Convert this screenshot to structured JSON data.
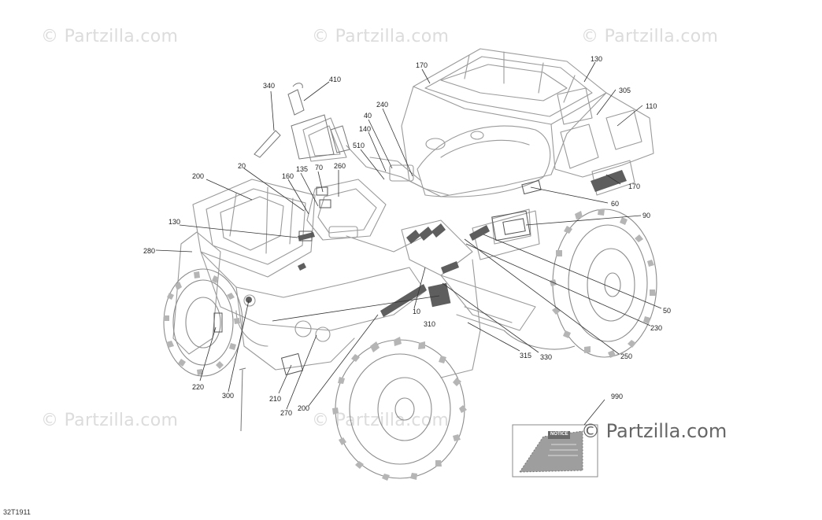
{
  "watermarks": {
    "tile_text": "© Partzilla.com",
    "main_text": "© Partzilla.com"
  },
  "diagram_code": "32T1911",
  "notice_label": "NOTICE",
  "callouts": [
    {
      "id": "c340",
      "label": "340"
    },
    {
      "id": "c410",
      "label": "410"
    },
    {
      "id": "c170a",
      "label": "170"
    },
    {
      "id": "c130a",
      "label": "130"
    },
    {
      "id": "c305",
      "label": "305"
    },
    {
      "id": "c110",
      "label": "110"
    },
    {
      "id": "c240",
      "label": "240"
    },
    {
      "id": "c40",
      "label": "40"
    },
    {
      "id": "c140",
      "label": "140"
    },
    {
      "id": "c510",
      "label": "510"
    },
    {
      "id": "c20",
      "label": "20"
    },
    {
      "id": "c200a",
      "label": "200"
    },
    {
      "id": "c160",
      "label": "160"
    },
    {
      "id": "c135",
      "label": "135"
    },
    {
      "id": "c70",
      "label": "70"
    },
    {
      "id": "c260",
      "label": "260"
    },
    {
      "id": "c170b",
      "label": "170"
    },
    {
      "id": "c60",
      "label": "60"
    },
    {
      "id": "c90",
      "label": "90"
    },
    {
      "id": "c130b",
      "label": "130"
    },
    {
      "id": "c280",
      "label": "280"
    },
    {
      "id": "c50",
      "label": "50"
    },
    {
      "id": "c230",
      "label": "230"
    },
    {
      "id": "c10",
      "label": "10"
    },
    {
      "id": "c310",
      "label": "310"
    },
    {
      "id": "c315",
      "label": "315"
    },
    {
      "id": "c330",
      "label": "330"
    },
    {
      "id": "c250",
      "label": "250"
    },
    {
      "id": "c220",
      "label": "220"
    },
    {
      "id": "c300",
      "label": "300"
    },
    {
      "id": "c210",
      "label": "210"
    },
    {
      "id": "c270",
      "label": "270"
    },
    {
      "id": "c200b",
      "label": "200"
    },
    {
      "id": "c990",
      "label": "990"
    }
  ]
}
